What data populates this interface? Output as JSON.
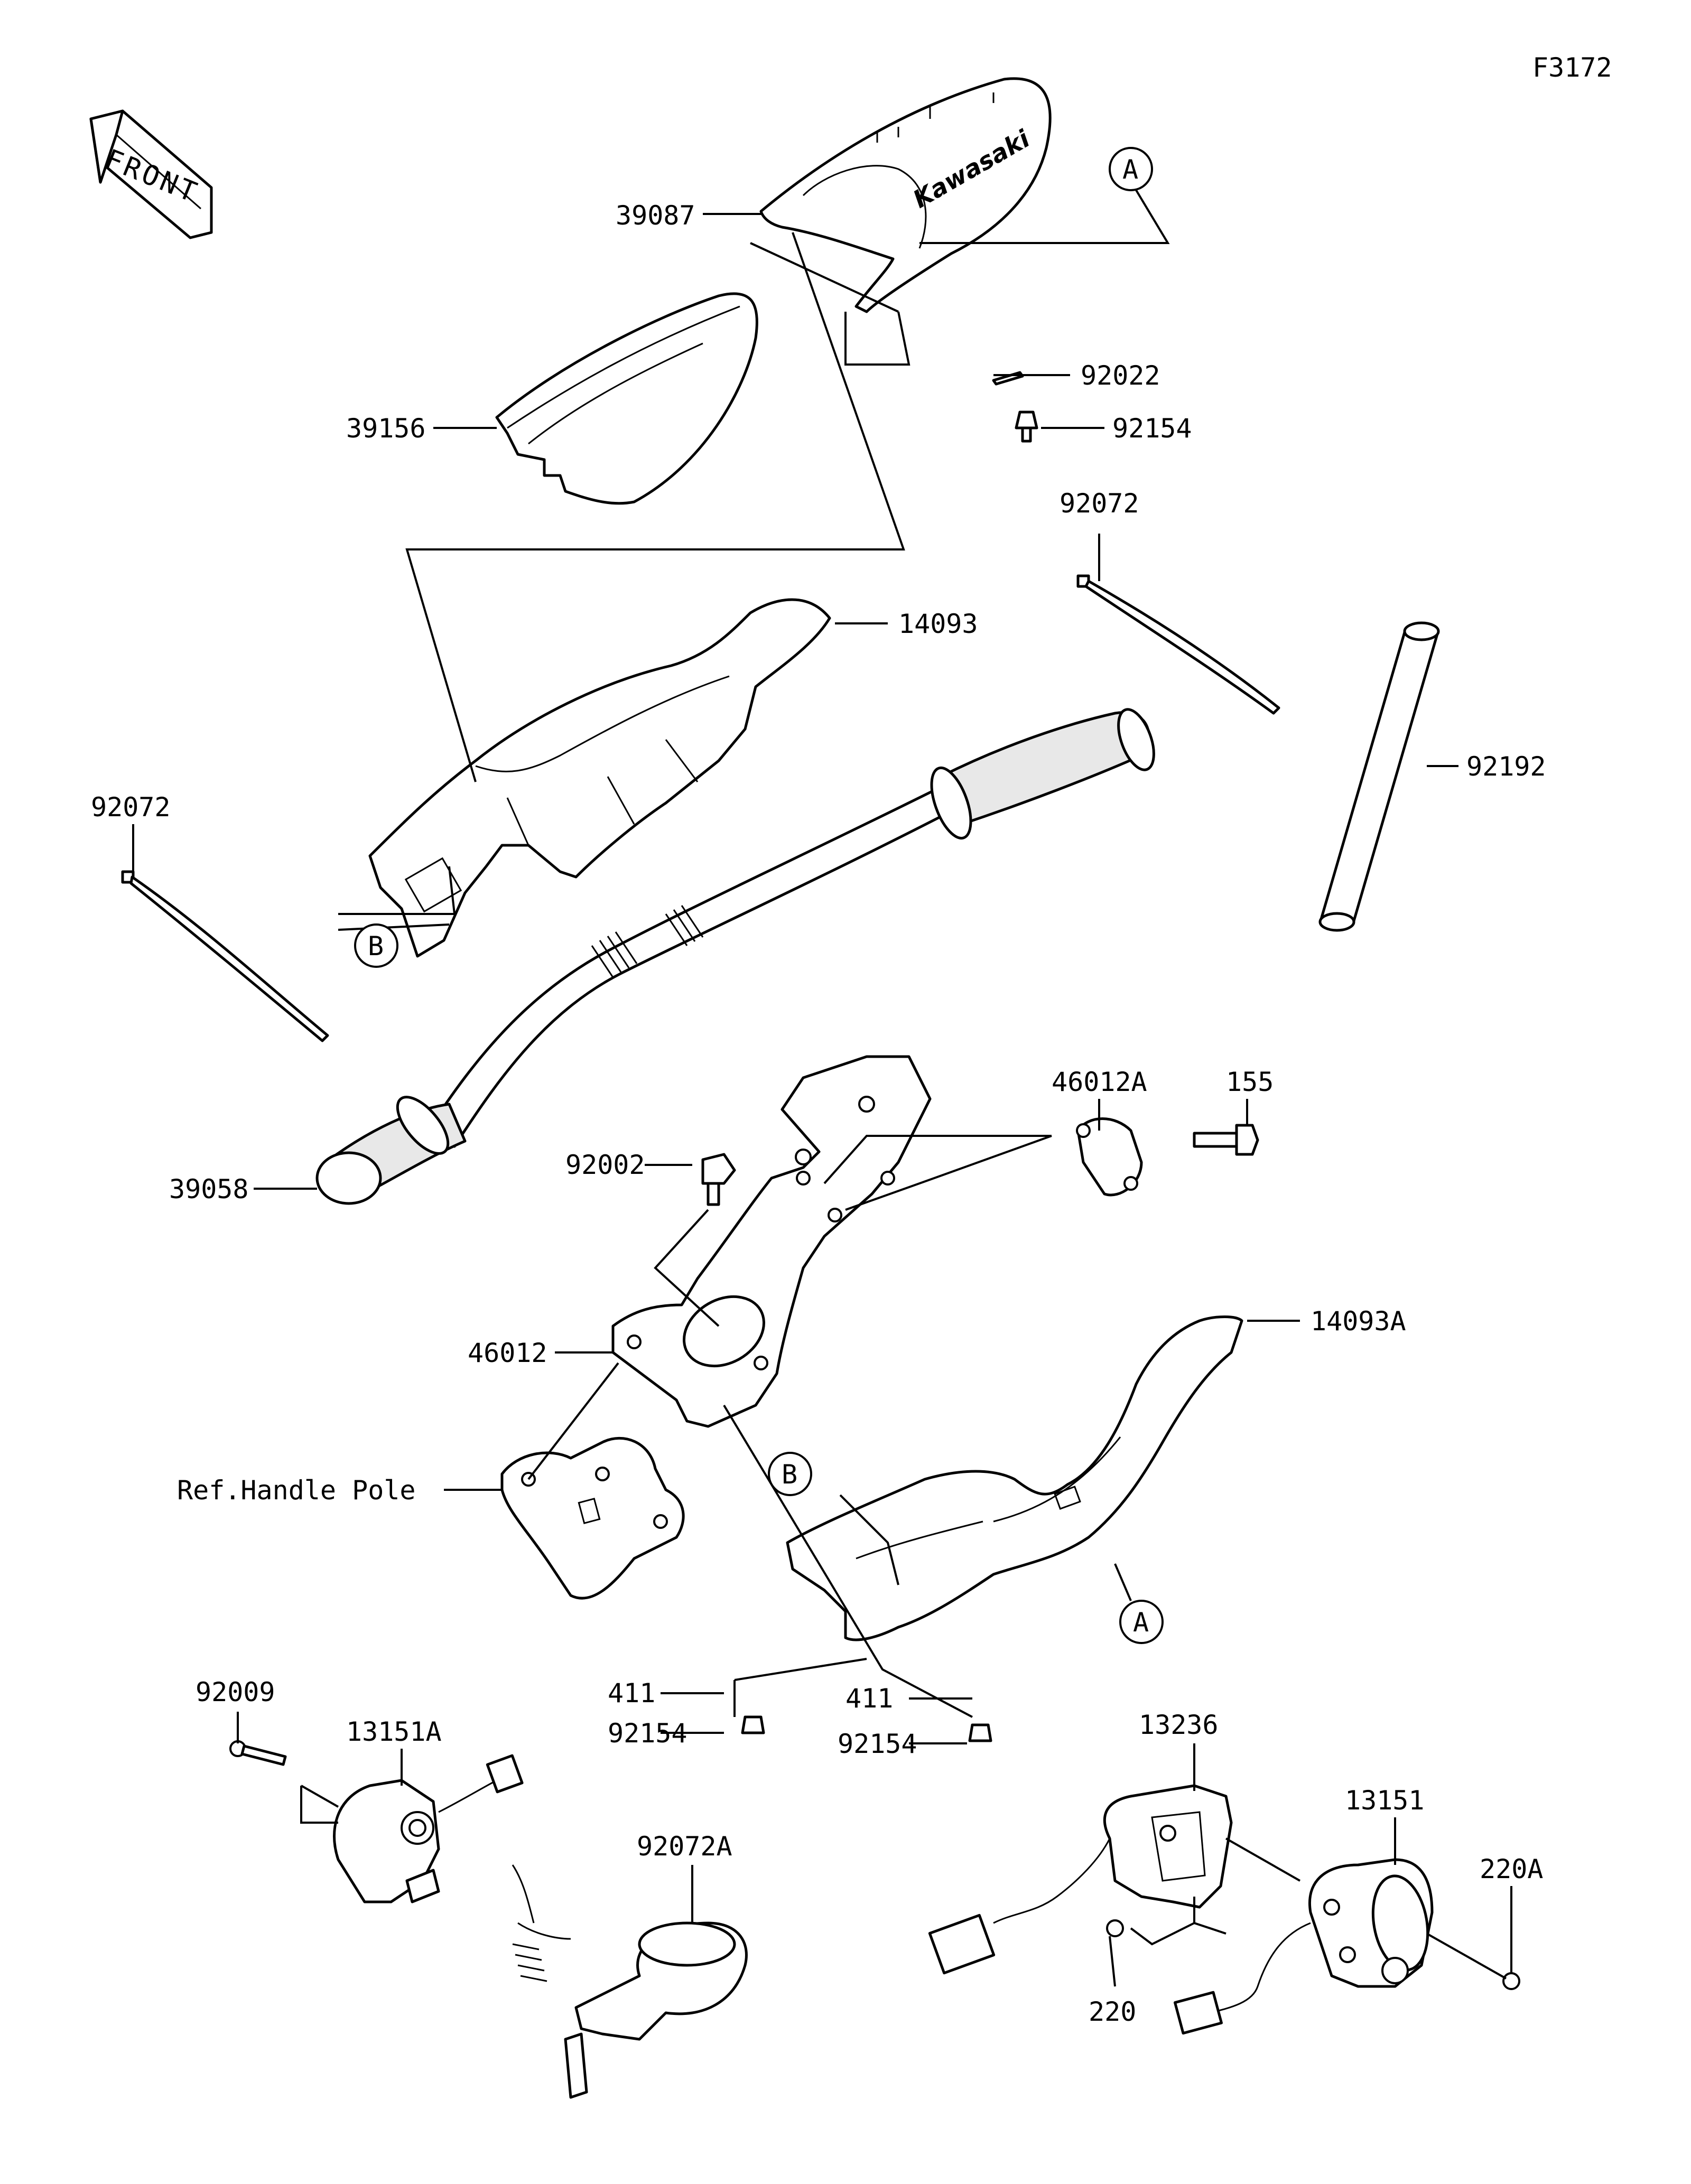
{
  "diagram": {
    "code": "F3172",
    "front_label": "FRONT",
    "brand_mark": "Kawasaki",
    "callouts": [
      {
        "id": "A-top",
        "text": "A"
      },
      {
        "id": "B-left",
        "text": "B"
      },
      {
        "id": "B-right",
        "text": "B"
      },
      {
        "id": "A-bottom",
        "text": "A"
      }
    ],
    "parts": [
      {
        "id": "p39087",
        "text": "39087"
      },
      {
        "id": "p92022",
        "text": "92022"
      },
      {
        "id": "p92154-top",
        "text": "92154"
      },
      {
        "id": "p39156",
        "text": "39156"
      },
      {
        "id": "p92072-right",
        "text": "92072"
      },
      {
        "id": "p14093",
        "text": "14093"
      },
      {
        "id": "p92192",
        "text": "92192"
      },
      {
        "id": "p92072-left",
        "text": "92072"
      },
      {
        "id": "p46012A",
        "text": "46012A"
      },
      {
        "id": "p155",
        "text": "155"
      },
      {
        "id": "p92002",
        "text": "92002"
      },
      {
        "id": "p39058",
        "text": "39058"
      },
      {
        "id": "p46012",
        "text": "46012"
      },
      {
        "id": "p14093A",
        "text": "14093A"
      },
      {
        "id": "pRef",
        "text": "Ref.Handle Pole"
      },
      {
        "id": "p411-left",
        "text": "411"
      },
      {
        "id": "p411-right",
        "text": "411"
      },
      {
        "id": "p92154-left",
        "text": "92154"
      },
      {
        "id": "p92154-right",
        "text": "92154"
      },
      {
        "id": "p92009",
        "text": "92009"
      },
      {
        "id": "p13151A",
        "text": "13151A"
      },
      {
        "id": "p13236",
        "text": "13236"
      },
      {
        "id": "p13151",
        "text": "13151"
      },
      {
        "id": "p92072A",
        "text": "92072A"
      },
      {
        "id": "p220A",
        "text": "220A"
      },
      {
        "id": "p220",
        "text": "220"
      }
    ]
  }
}
